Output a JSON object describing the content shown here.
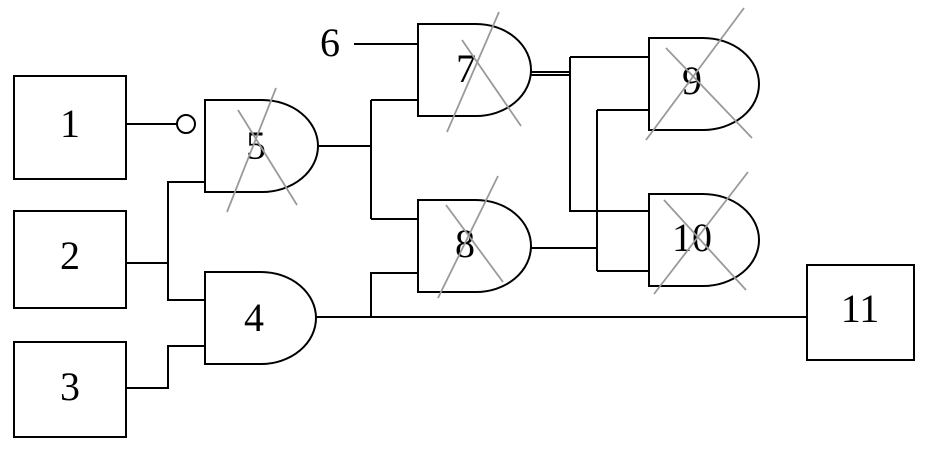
{
  "diagram": {
    "boxes": {
      "b1": "1",
      "b2": "2",
      "b3": "3",
      "b11": "11"
    },
    "gates": {
      "g4": "4",
      "g5": "5",
      "g7": "7",
      "g8": "8",
      "g9": "9",
      "g10": "10"
    },
    "inputs": {
      "in6": "6"
    }
  }
}
